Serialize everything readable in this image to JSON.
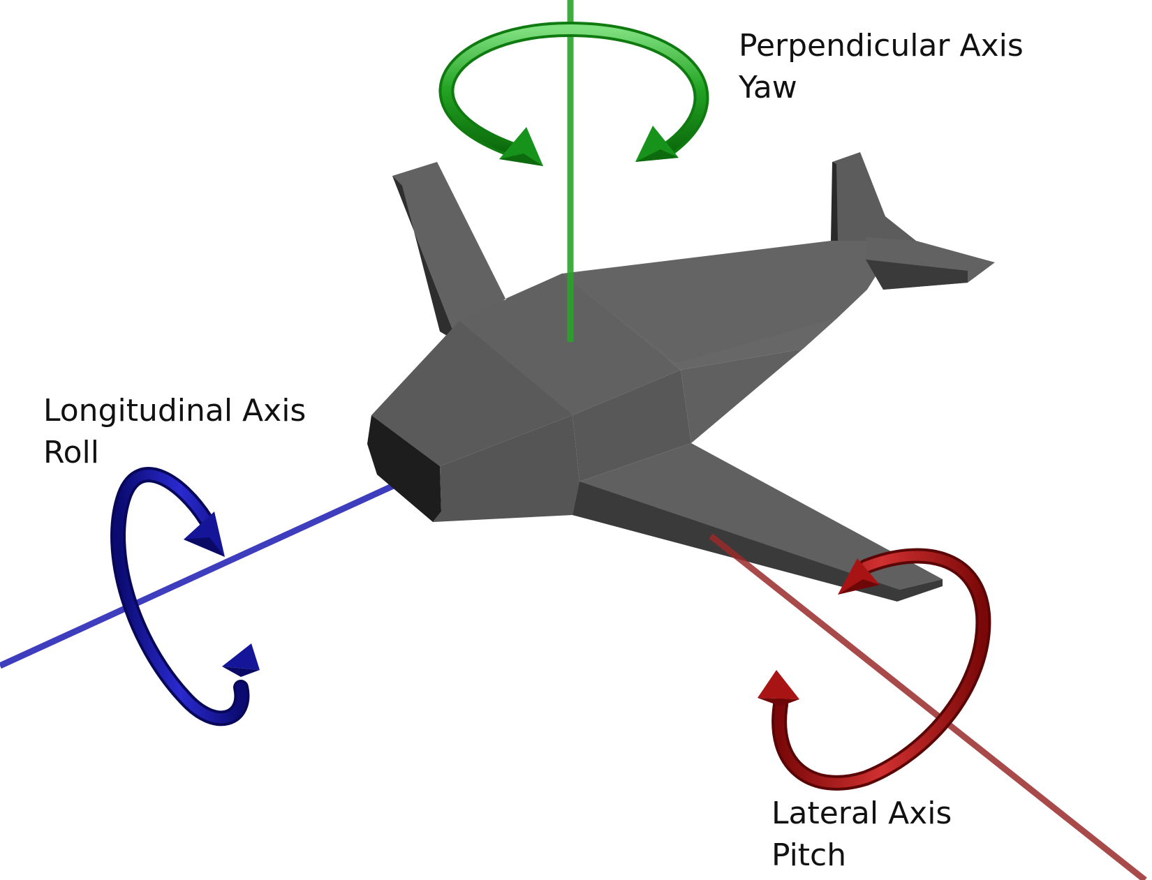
{
  "labels": {
    "yaw": {
      "line1": "Perpendicular Axis",
      "line2": "Yaw"
    },
    "roll": {
      "line1": "Longitudinal Axis",
      "line2": "Roll"
    },
    "pitch": {
      "line1": "Lateral Axis",
      "line2": "Pitch"
    }
  },
  "colors": {
    "yaw": "#1a9a1a",
    "roll": "#1a1aa8",
    "pitch": "#a01414",
    "airplane": "#5e5e5e",
    "airplane_dark": "#2a2a2a",
    "airplane_light": "#6e6e6e"
  }
}
